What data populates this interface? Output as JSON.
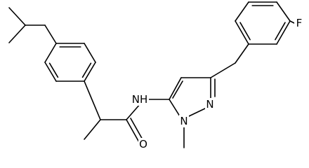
{
  "molecule": {
    "atom_labels": {
      "fluorine": "F",
      "amide_nh": "NH",
      "ring_n1": "N",
      "ring_n2": "N",
      "carbonyl_o": "O"
    },
    "colors": {
      "bond": "#000000",
      "label": "#000000",
      "background": "#ffffff"
    }
  }
}
